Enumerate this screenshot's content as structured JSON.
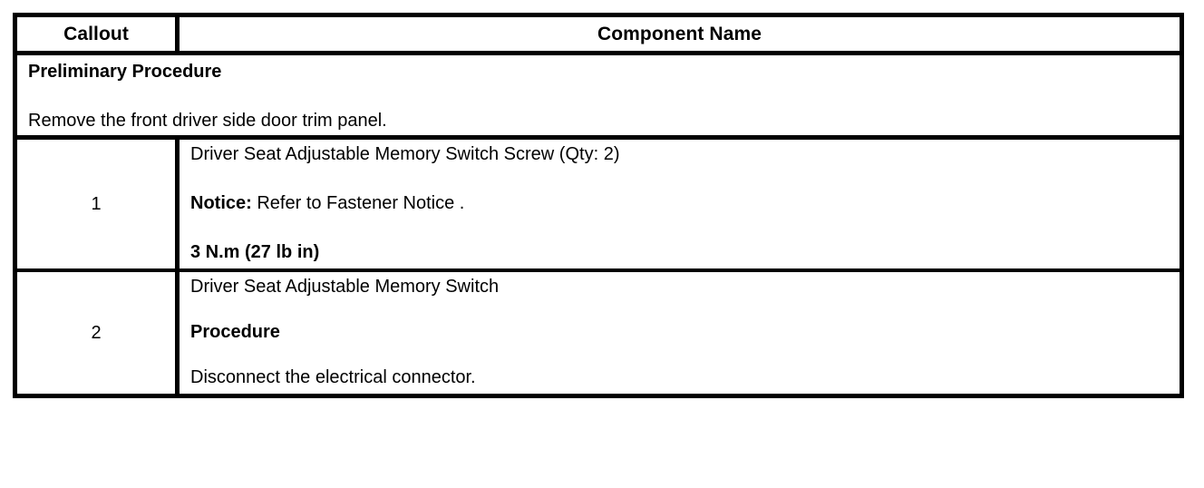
{
  "table": {
    "headers": {
      "callout": "Callout",
      "component_name": "Component Name"
    },
    "preliminary": {
      "title": "Preliminary Procedure",
      "text": "Remove the front driver side door trim panel."
    },
    "rows": [
      {
        "callout": "1",
        "name": "Driver Seat Adjustable Memory Switch Screw (Qty: 2)",
        "notice_label": "Notice:",
        "notice_text": " Refer to Fastener Notice .",
        "torque": "3 N.m (27 lb in)"
      },
      {
        "callout": "2",
        "name": "Driver Seat Adjustable Memory Switch",
        "procedure_label": "Procedure",
        "procedure_text": "Disconnect the electrical connector."
      }
    ]
  },
  "colors": {
    "border": "#000000",
    "text": "#000000",
    "background": "#ffffff"
  }
}
